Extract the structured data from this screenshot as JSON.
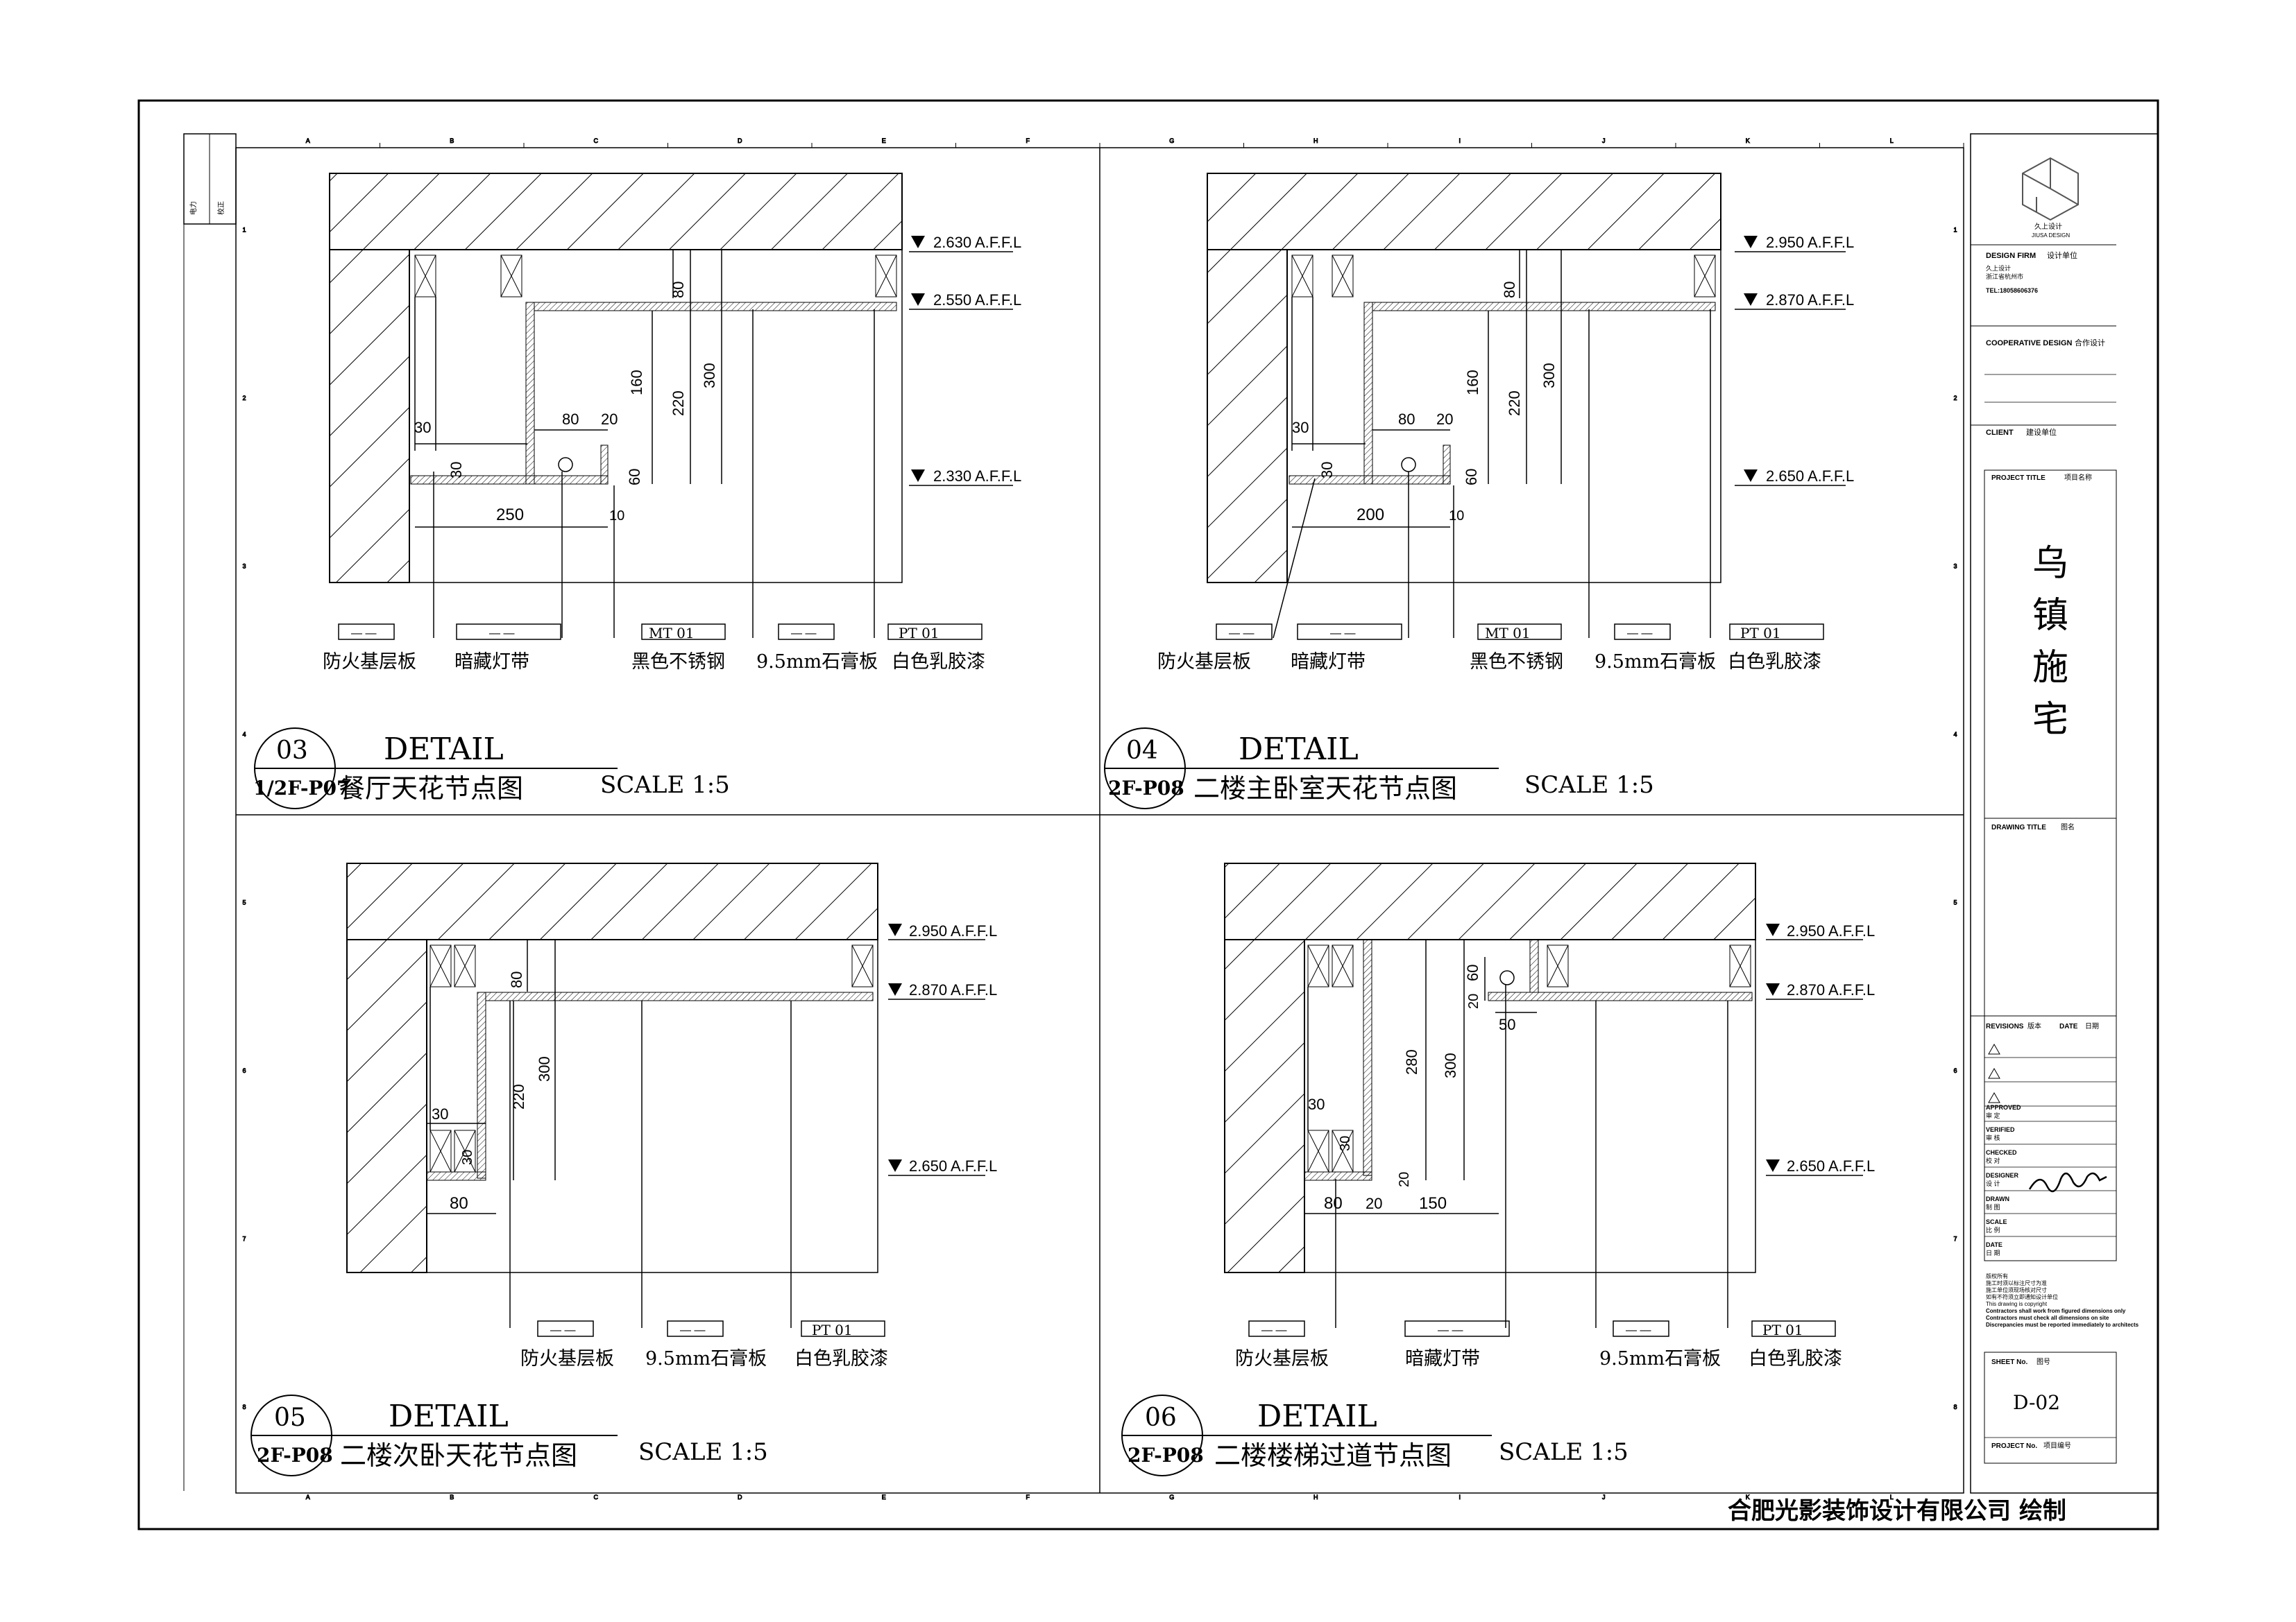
{
  "details": [
    {
      "number": "03",
      "ref": "1/2F-P07",
      "heading": "DETAIL",
      "name": "餐厅天花节点图",
      "scale": "SCALE 1:5",
      "levels": [
        "2.630 A.F.F.L",
        "2.550 A.F.F.L",
        "2.330 A.F.F.L"
      ],
      "dims": [
        "80",
        "160",
        "220",
        "300",
        "80",
        "20",
        "30",
        "30",
        "60",
        "250",
        "10"
      ],
      "callouts": [
        {
          "tag": "— —",
          "text": "防火基层板"
        },
        {
          "tag": "— —",
          "text": "暗藏灯带"
        },
        {
          "tag": "MT  01",
          "text": "黑色不锈钢"
        },
        {
          "tag": "— —",
          "text": "9.5mm石膏板"
        },
        {
          "tag": "PT  01",
          "text": "白色乳胶漆"
        }
      ]
    },
    {
      "number": "04",
      "ref": "2F-P08",
      "heading": "DETAIL",
      "name": "二楼主卧室天花节点图",
      "scale": "SCALE 1:5",
      "levels": [
        "2.950 A.F.F.L",
        "2.870 A.F.F.L",
        "2.650 A.F.F.L"
      ],
      "dims": [
        "80",
        "160",
        "220",
        "300",
        "80",
        "20",
        "30",
        "30",
        "60",
        "200",
        "10"
      ],
      "callouts": [
        {
          "tag": "— —",
          "text": "防火基层板"
        },
        {
          "tag": "— —",
          "text": "暗藏灯带"
        },
        {
          "tag": "MT  01",
          "text": "黑色不锈钢"
        },
        {
          "tag": "— —",
          "text": "9.5mm石膏板"
        },
        {
          "tag": "PT  01",
          "text": "白色乳胶漆"
        }
      ]
    },
    {
      "number": "05",
      "ref": "2F-P08",
      "heading": "DETAIL",
      "name": "二楼次卧天花节点图",
      "scale": "SCALE 1:5",
      "levels": [
        "2.950 A.F.F.L",
        "2.870 A.F.F.L",
        "2.650 A.F.F.L"
      ],
      "dims": [
        "80",
        "220",
        "300",
        "30",
        "30",
        "80"
      ],
      "callouts": [
        {
          "tag": "— —",
          "text": "防火基层板"
        },
        {
          "tag": "— —",
          "text": "9.5mm石膏板"
        },
        {
          "tag": "PT  01",
          "text": "白色乳胶漆"
        }
      ]
    },
    {
      "number": "06",
      "ref": "2F-P08",
      "heading": "DETAIL",
      "name": "二楼楼梯过道节点图",
      "scale": "SCALE 1:5",
      "levels": [
        "2.950 A.F.F.L",
        "2.870 A.F.F.L",
        "2.650 A.F.F.L"
      ],
      "dims": [
        "60",
        "20",
        "50",
        "280",
        "300",
        "30",
        "30",
        "20",
        "80",
        "20",
        "150"
      ],
      "callouts": [
        {
          "tag": "— —",
          "text": "防火基层板"
        },
        {
          "tag": "— —",
          "text": "暗藏灯带"
        },
        {
          "tag": "— —",
          "text": "9.5mm石膏板"
        },
        {
          "tag": "PT  01",
          "text": "白色乳胶漆"
        }
      ]
    }
  ],
  "title_block": {
    "logo_text": "久上设计",
    "logo_sub": "JIUSA DESIGN",
    "design_firm_label": "DESIGN FIRM",
    "design_firm_cn": "设计单位",
    "firm_line1": "久上设计",
    "firm_line2": "浙江省杭州市",
    "firm_tel": "TEL:18058606376",
    "cooperative_label": "COOPERATIVE DESIGN",
    "cooperative_cn": "合作设计",
    "client_label": "CLIENT",
    "client_cn": "建设单位",
    "project_title_label": "PROJECT TITLE",
    "project_title_cn": "项目名称",
    "project_name_chars": [
      "乌",
      "镇",
      "施",
      "宅"
    ],
    "drawing_title_label": "DRAWING TITLE",
    "drawing_title_cn": "图名",
    "revisions_label": "REVISIONS",
    "revisions_cn": "版本",
    "date_label": "DATE",
    "date_cn": "日期",
    "approved_label": "APPROVED",
    "approved_cn": "审  定",
    "verified_label": "VERIFIED",
    "verified_cn": "审  核",
    "checked_label": "CHECKED",
    "checked_cn": "校  对",
    "designer_label": "DESIGNER",
    "designer_cn": "设  计",
    "drawn_label": "DRAWN",
    "drawn_cn": "制  图",
    "scale_label": "SCALE",
    "scale_cn": "比  例",
    "date2_label": "DATE",
    "date2_cn": "日  期",
    "notes": [
      "版权所有",
      "施工时须以标注尺寸为准",
      "施工单位须现场核对尺寸",
      "如有不符须立即通知设计单位",
      "This drawing is copyright",
      "Contractors shall work from figured dimensions only",
      "Contractors must check all dimensions on site",
      "Discrepancies must be reported immediately to architects"
    ],
    "sheet_no_label": "SHEET No.",
    "sheet_no_cn": "图号",
    "sheet_no": "D-02",
    "project_no_label": "PROJECT No.",
    "project_no_cn": "项目编号"
  },
  "stamp_labels": [
    "电力",
    "校正"
  ],
  "grid_letters_top": [
    "A",
    "B",
    "C",
    "D",
    "E",
    "F",
    "G",
    "H",
    "I",
    "J",
    "K",
    "L"
  ],
  "grid_numbers_left": [
    "1",
    "2",
    "3",
    "4",
    "5",
    "6",
    "7",
    "8"
  ],
  "footer": "合肥光影装饰设计有限公司 绘制"
}
